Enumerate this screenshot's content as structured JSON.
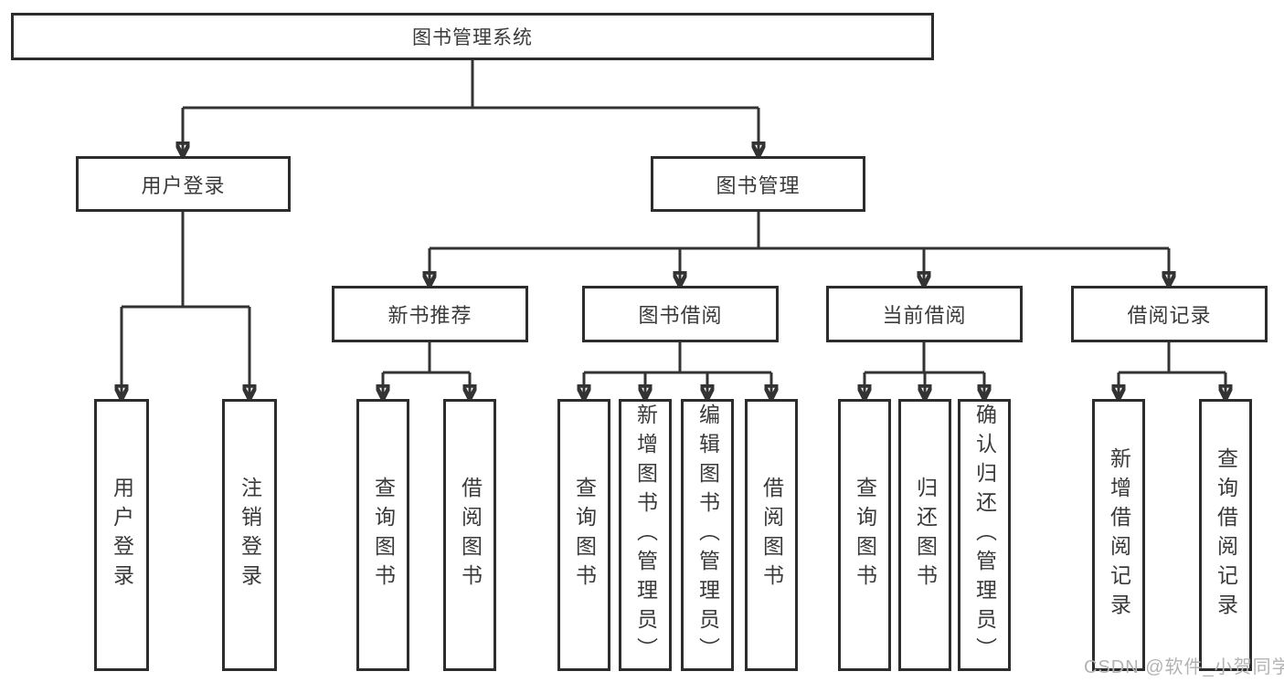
{
  "tree": {
    "root": "图书管理系统",
    "children": [
      {
        "label": "用户登录",
        "children": [
          {
            "label": "用户登录"
          },
          {
            "label": "注销登录"
          }
        ]
      },
      {
        "label": "图书管理",
        "children": [
          {
            "label": "新书推荐",
            "children": [
              {
                "label": "查询图书"
              },
              {
                "label": "借阅图书"
              }
            ]
          },
          {
            "label": "图书借阅",
            "children": [
              {
                "label": "查询图书"
              },
              {
                "label": "新增图书（管理员）"
              },
              {
                "label": "编辑图书（管理员）"
              },
              {
                "label": "借阅图书"
              }
            ]
          },
          {
            "label": "当前借阅",
            "children": [
              {
                "label": "查询图书"
              },
              {
                "label": "归还图书"
              },
              {
                "label": "确认归还（管理员）"
              }
            ]
          },
          {
            "label": "借阅记录",
            "children": [
              {
                "label": "新增借阅记录"
              },
              {
                "label": "查询借阅记录"
              }
            ]
          }
        ]
      }
    ]
  },
  "watermark": {
    "text": "CSDN @软件_小贺同学"
  },
  "colors": {
    "line": "#333333",
    "box_border": "#2d2d2d",
    "text": "#3a3a3a",
    "background": "#ffffff",
    "watermark": "#b3b3b3"
  }
}
